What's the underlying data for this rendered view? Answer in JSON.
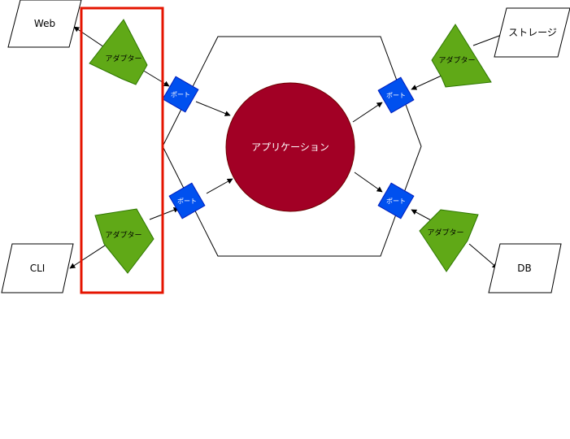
{
  "nodes": {
    "application": "アプリケーション",
    "port": "ポート",
    "adapter": "アダプター",
    "web": "Web",
    "cli": "CLI",
    "storage": "ストレージ",
    "db": "DB"
  },
  "colors": {
    "application": "#a20025",
    "port": "#0050ef",
    "adapter": "#60a917",
    "highlight": "#e51400",
    "line": "#000000"
  }
}
